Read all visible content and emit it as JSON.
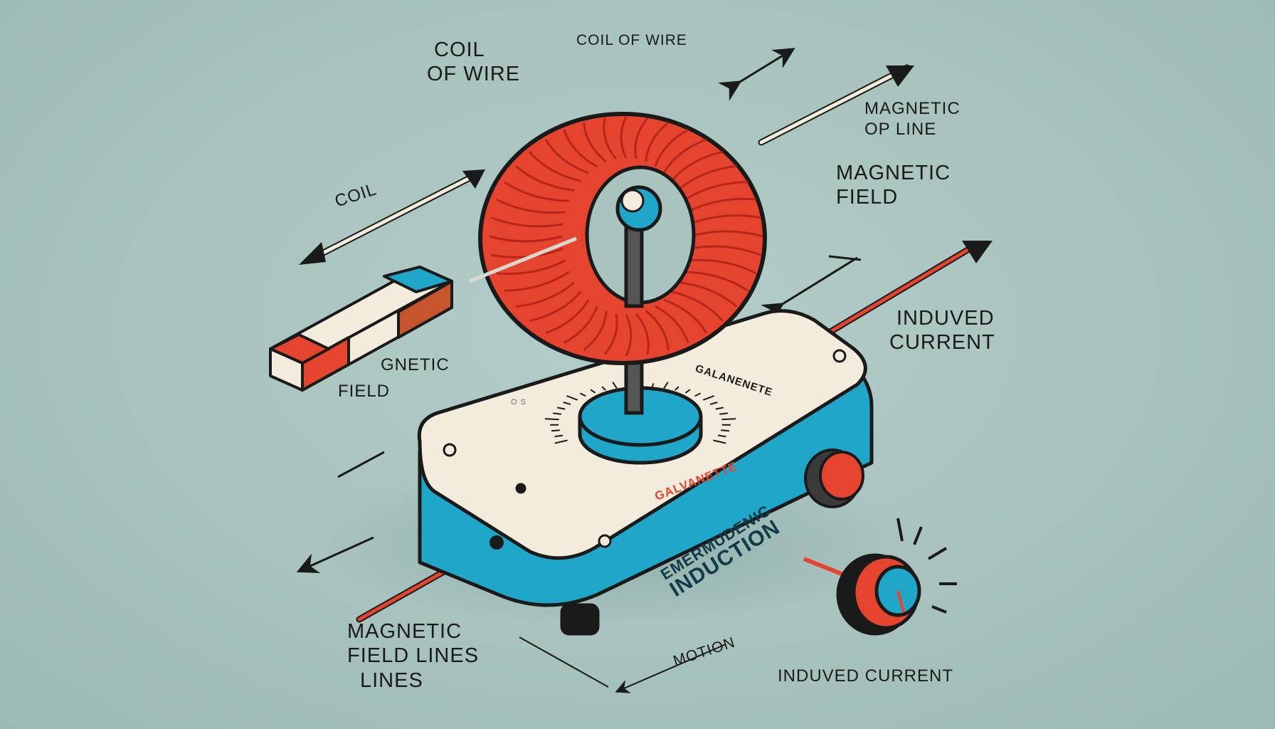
{
  "labels": {
    "coil_of_wire_left_1": "COIL",
    "coil_of_wire_left_2": "OF WIRE",
    "coil_of_wire_top": "COIL OF WIRE",
    "magnetic_of_line_1": "MAGNETIC",
    "magnetic_of_line_2": "OP LINE",
    "magnetic_field_1": "MAGNETIC",
    "magnetic_field_2": "FIELD",
    "coil": "COIL",
    "gnetic_field_1": "GNETIC",
    "gnetic_field_2": "FIELD",
    "induved_current_1": "INDUVED",
    "induved_current_2": "CURRENT",
    "magnetic_field_lines_1": "MAGNETIC",
    "magnetic_field_lines_2": "FIELD LINES",
    "magnetic_field_lines_3": "LINES",
    "motion": "MOTION",
    "induved_current_bottom": "INDUVED CURRENT"
  },
  "device": {
    "top_label": "GALANENETE",
    "galvanometer_label": "GALVANETTE",
    "side_label_1": "EMERMUDENIC",
    "side_label_2": "INDUCTION",
    "small_mark": "O S"
  },
  "colors": {
    "background": "#a9c4bf",
    "coil_red": "#e5452f",
    "accent_blue": "#1fa6c8",
    "cream": "#f3ecdc",
    "ink": "#1a1a1a"
  }
}
